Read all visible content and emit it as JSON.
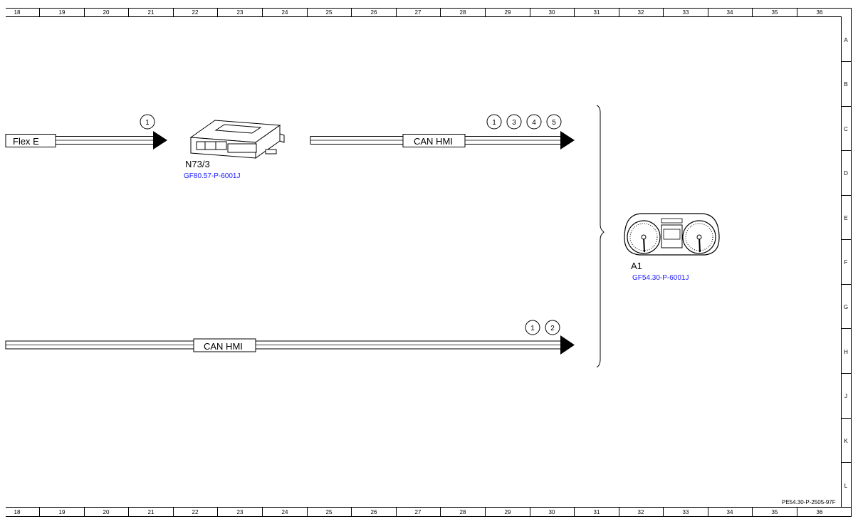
{
  "columns": [
    "18",
    "19",
    "20",
    "21",
    "22",
    "23",
    "24",
    "25",
    "26",
    "27",
    "28",
    "29",
    "30",
    "31",
    "32",
    "33",
    "34",
    "35",
    "36"
  ],
  "rows": [
    "A",
    "B",
    "C",
    "D",
    "E",
    "F",
    "G",
    "H",
    "J",
    "K",
    "L"
  ],
  "bus_top_left": {
    "label": "Flex E",
    "circles": [
      "1"
    ]
  },
  "module_n73": {
    "name": "N73/3",
    "ref": "GF80.57-P-6001J"
  },
  "bus_top_right": {
    "label": "CAN HMI",
    "circles": [
      "1",
      "3",
      "4",
      "5"
    ]
  },
  "bus_bottom": {
    "label": "CAN HMI",
    "circles": [
      "1",
      "2"
    ]
  },
  "module_a1": {
    "name": "A1",
    "ref": "GF54.30-P-6001J"
  },
  "footer": {
    "code": "PE54.30-P-2505-97F"
  }
}
